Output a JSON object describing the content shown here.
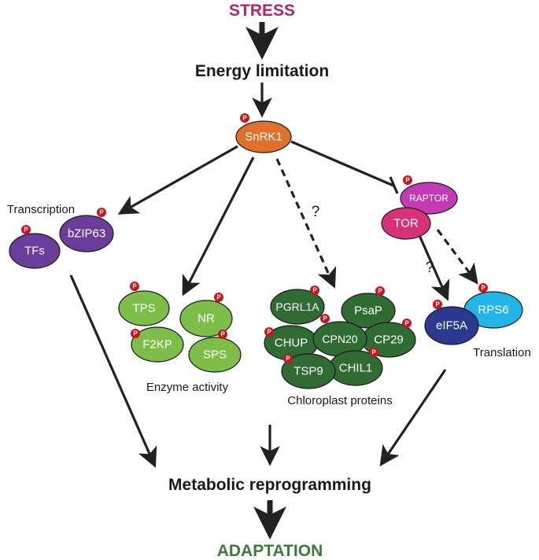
{
  "colors": {
    "stress": "#b0256a",
    "adaptation": "#3c7a3a",
    "snrk1": "#e0702a",
    "purple": "#6a3d9a",
    "light_green": "#7dbd4a",
    "dark_green": "#2f6b32",
    "raptor": "#c23bb4",
    "tor": "#d6327a",
    "eif5a": "#2b3a8f",
    "rps6": "#22b5e8",
    "phospho": "#c4161c"
  },
  "labels": {
    "stress": "STRESS",
    "energy": "Energy limitation",
    "metabolic": "Metabolic reprogramming",
    "adaptation": "ADAPTATION"
  },
  "nodes": {
    "snrk1": "SnRK1",
    "tfs": "TFs",
    "bzip63": "bZIP63",
    "tps": "TPS",
    "nr": "NR",
    "f2kp": "F2KP",
    "sps": "SPS",
    "pgrl1a": "PGRL1A",
    "psap": "PsaP",
    "chup": "CHUP",
    "cpn20": "CPN20",
    "cp29": "CP29",
    "tsp9": "TSP9",
    "chil1": "CHIL1",
    "raptor": "RAPTOR",
    "tor": "TOR",
    "eif5a": "eIF5A",
    "rps6": "RPS6"
  },
  "captions": {
    "transcription": "Transcription",
    "enzyme": "Enzyme activity",
    "chloroplast": "Chloroplast proteins",
    "translation": "Translation"
  },
  "phospho_label": "P",
  "question_mark": "?"
}
